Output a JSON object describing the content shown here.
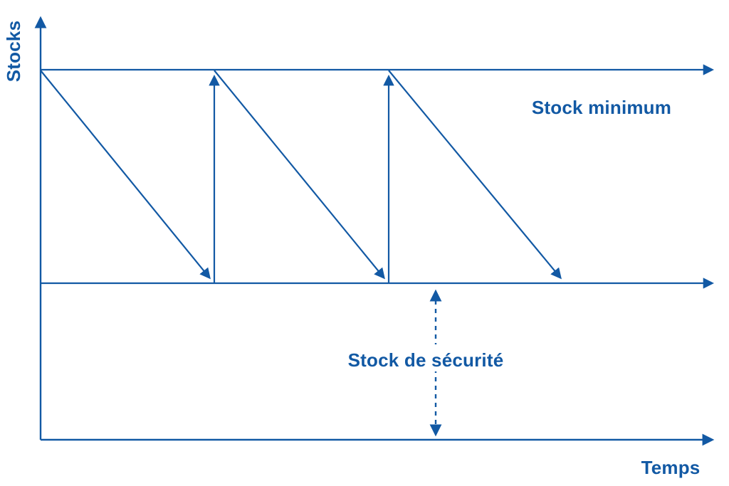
{
  "colors": {
    "accent": "#1259A4",
    "background": "#FFFFFF"
  },
  "diagram": {
    "type": "inventory-sawtooth-diagram",
    "y_axis_label": "Stocks",
    "x_axis_label": "Temps",
    "stock_minimum_label": "Stock minimum",
    "stock_securite_label": "Stock de sécurité"
  }
}
